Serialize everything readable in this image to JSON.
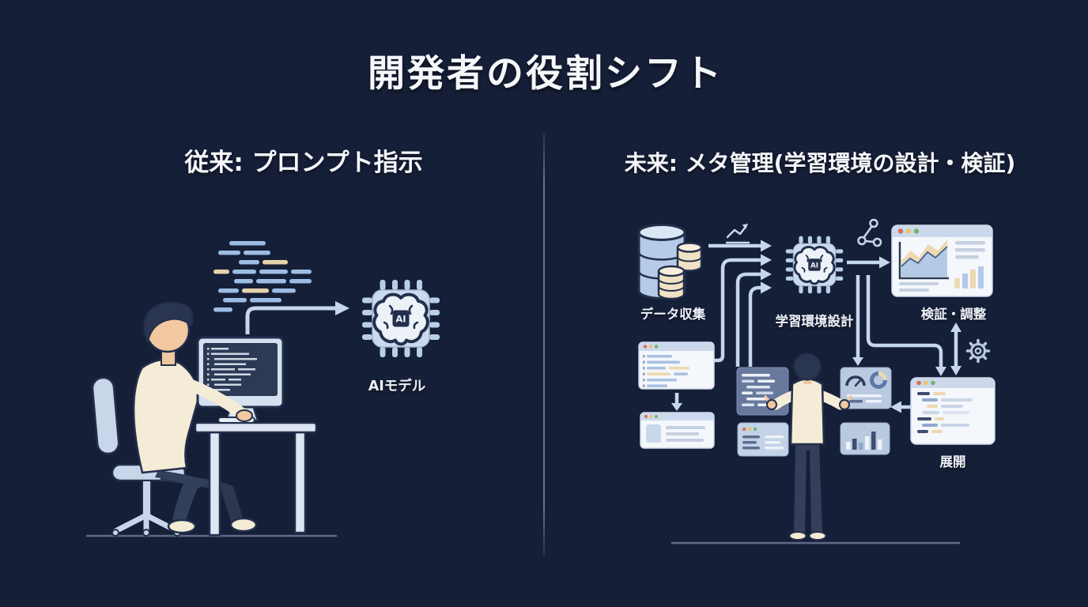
{
  "title": "開発者の役割シフト",
  "left_panel": {
    "heading": "従来: プロンプト指示",
    "chip_label": "AI",
    "chip_caption": "AIモデル"
  },
  "right_panel": {
    "heading": "未来: メタ管理(学習環境の設計・検証)",
    "chip_label": "AI",
    "labels": {
      "data_collection": "データ収集",
      "learning_env_design": "学習環境設計",
      "verification": "検証・調整",
      "deployment": "展開"
    }
  },
  "icons": [
    "ai-chip-icon",
    "brain-icon",
    "database-icon",
    "trend-chart-icon",
    "branch-icon",
    "gear-icon",
    "browser-window-icon",
    "area-chart-icon",
    "bar-chart-icon",
    "gauge-icon",
    "donut-chart-icon"
  ],
  "colors": {
    "background": "#161f38",
    "text": "#f5f7fa",
    "illustration_blue": "#c6d7ea",
    "accent_beige": "#ecd9b2",
    "skin": "#f2c8a0",
    "sweater": "#f4ecd6",
    "outline_navy": "#232f4b"
  }
}
